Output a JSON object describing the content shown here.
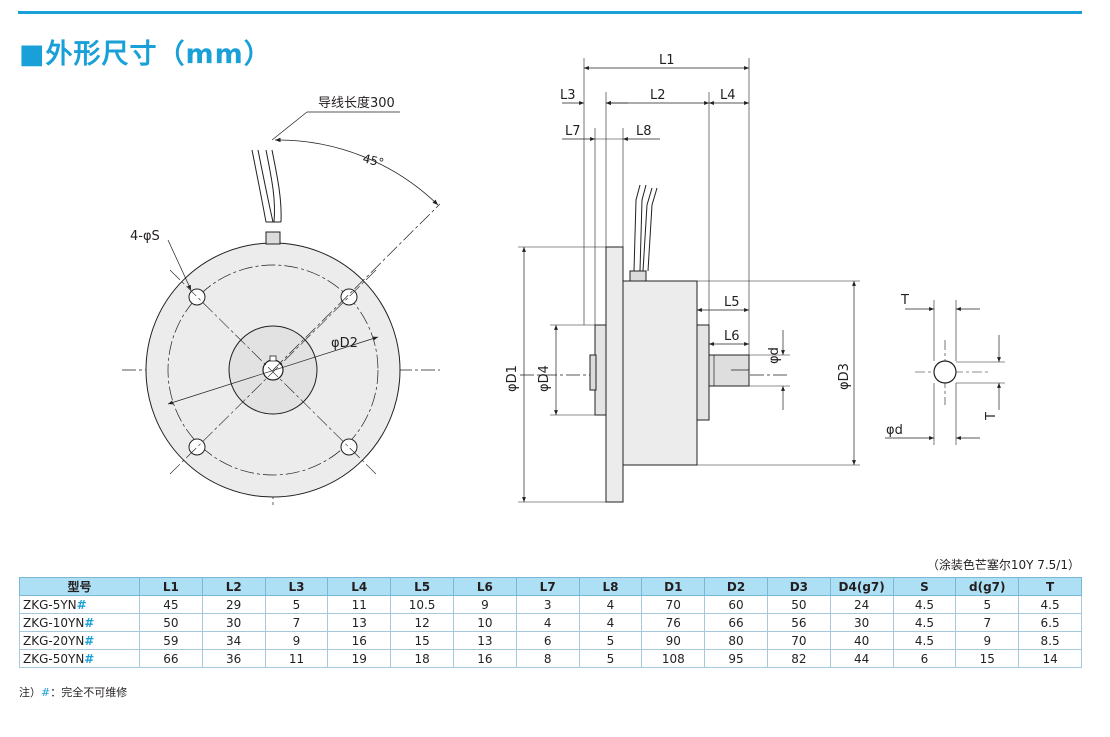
{
  "title": "■外形尺寸（mm）",
  "drawing": {
    "wire_length": "导线长度300",
    "angle": "45°",
    "hole": "4-φS",
    "D2": "φD2",
    "L1": "L1",
    "L2": "L2",
    "L3": "L3",
    "L4": "L4",
    "L5": "L5",
    "L6": "L6",
    "L7": "L7",
    "L8": "L8",
    "D1": "φD1",
    "D3": "φD3",
    "D4": "φD4",
    "d": "φd",
    "T": "T"
  },
  "paint_note": "（涂装色芒塞尔10Y 7.5/1）",
  "table": {
    "headers": [
      "型号",
      "L1",
      "L2",
      "L3",
      "L4",
      "L5",
      "L6",
      "L7",
      "L8",
      "D1",
      "D2",
      "D3",
      "D4(g7)",
      "S",
      "d(g7)",
      "T"
    ],
    "rows": [
      {
        "model": "ZKG-5YN",
        "mark": "#",
        "cells": [
          "45",
          "29",
          "5",
          "11",
          "10.5",
          "9",
          "3",
          "4",
          "70",
          "60",
          "50",
          "24",
          "4.5",
          "5",
          "4.5"
        ]
      },
      {
        "model": "ZKG-10YN",
        "mark": "#",
        "cells": [
          "50",
          "30",
          "7",
          "13",
          "12",
          "10",
          "4",
          "4",
          "76",
          "66",
          "56",
          "30",
          "4.5",
          "7",
          "6.5"
        ]
      },
      {
        "model": "ZKG-20YN",
        "mark": "#",
        "cells": [
          "59",
          "34",
          "9",
          "16",
          "15",
          "13",
          "6",
          "5",
          "90",
          "80",
          "70",
          "40",
          "4.5",
          "9",
          "8.5"
        ]
      },
      {
        "model": "ZKG-50YN",
        "mark": "#",
        "cells": [
          "66",
          "36",
          "11",
          "19",
          "18",
          "16",
          "8",
          "5",
          "108",
          "95",
          "82",
          "44",
          "6",
          "15",
          "14"
        ]
      }
    ]
  },
  "footnote": {
    "prefix": "注）",
    "mark": "#",
    "text": "：完全不可维修"
  }
}
